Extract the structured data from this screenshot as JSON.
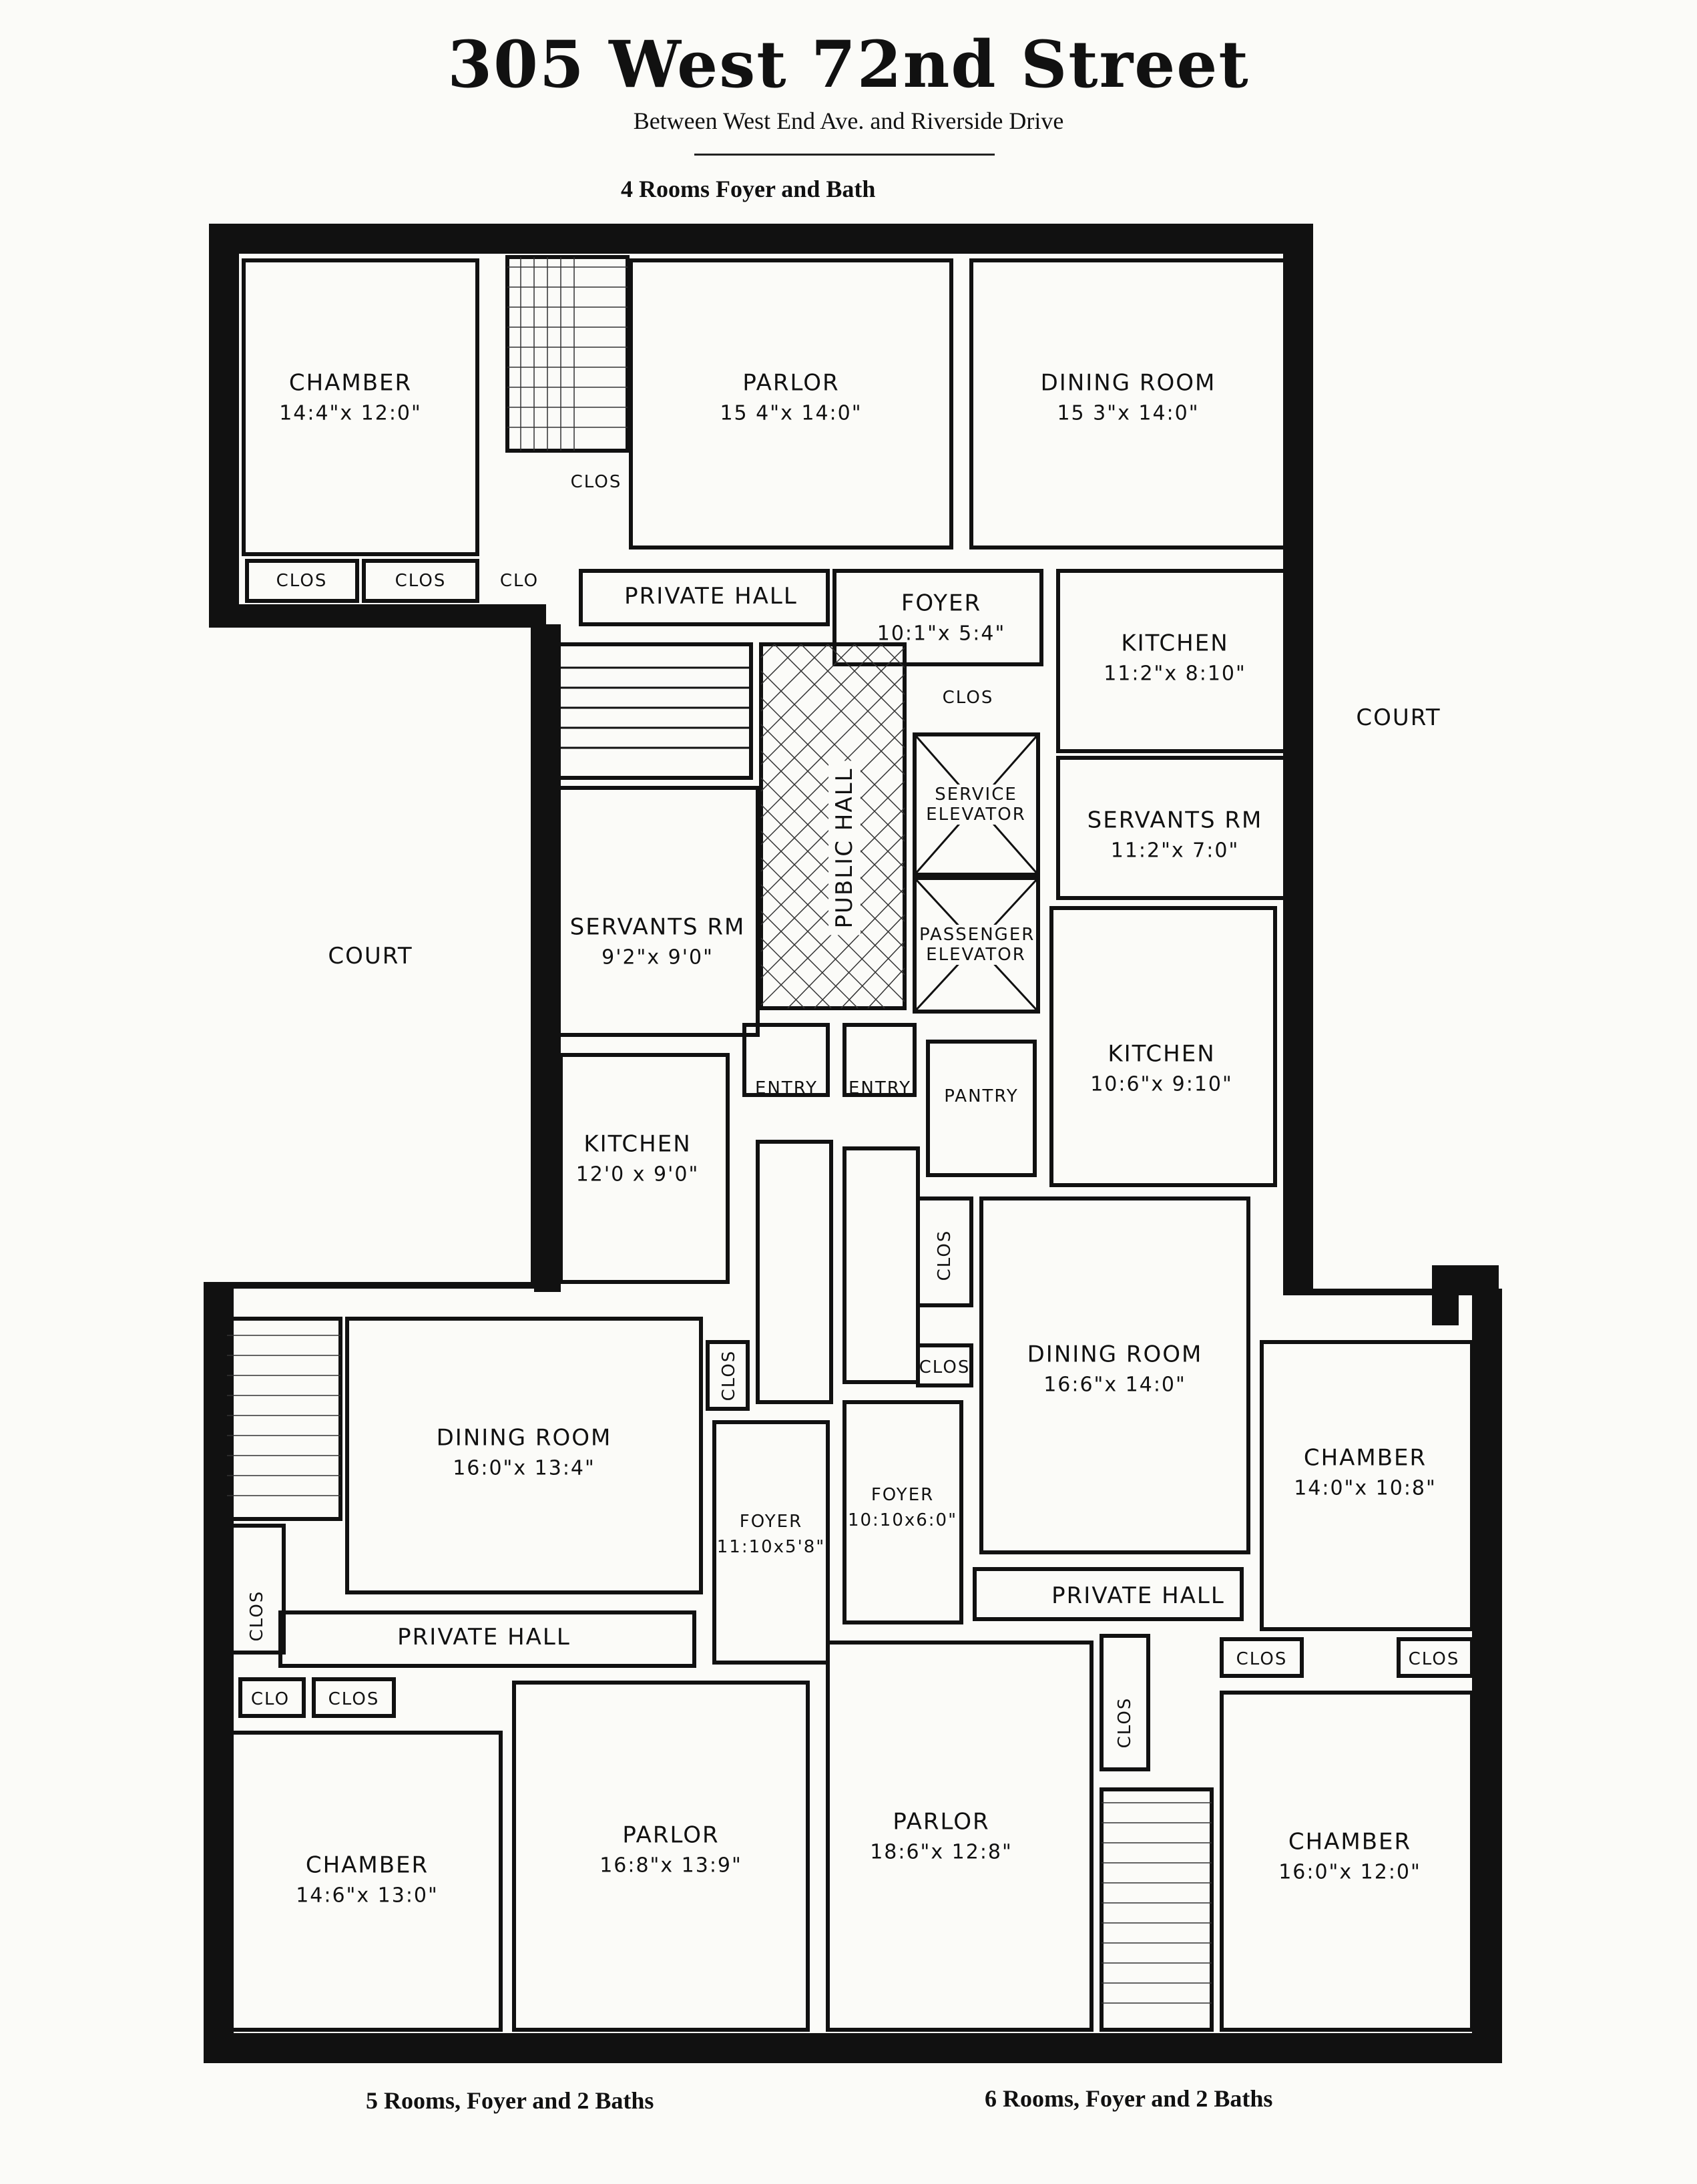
{
  "header": {
    "title": "305 West 72nd Street",
    "subtitle": "Between West End Ave. and Riverside Drive"
  },
  "captions": {
    "top_unit": "4 Rooms Foyer and Bath",
    "bottom_left_unit": "5 Rooms, Foyer and 2 Baths",
    "bottom_right_unit": "6 Rooms, Foyer and 2 Baths"
  },
  "courts": {
    "left": "COURT",
    "right": "COURT"
  },
  "rooms": {
    "top_chamber": {
      "name": "CHAMBER",
      "dim": "14:4\"x 12:0\""
    },
    "top_parlor": {
      "name": "PARLOR",
      "dim": "15 4\"x 14:0\""
    },
    "top_dining": {
      "name": "DINING ROOM",
      "dim": "15 3\"x 14:0\""
    },
    "top_private_hall": {
      "name": "PRIVATE HALL"
    },
    "top_foyer": {
      "name": "FOYER",
      "dim": "10:1\"x 5:4\""
    },
    "top_kitchen": {
      "name": "KITCHEN",
      "dim": "11:2\"x 8:10\""
    },
    "public_hall": {
      "name": "PUBLIC HALL"
    },
    "service_elevator": {
      "name": "SERVICE ELEVATOR"
    },
    "passenger_elevator": {
      "name": "PASSENGER ELEVATOR"
    },
    "servants_left": {
      "name": "SERVANTS RM",
      "dim": "9'2\"x 9'0\""
    },
    "servants_right": {
      "name": "SERVANTS RM",
      "dim": "11:2\"x 7:0\""
    },
    "kitchen_left": {
      "name": "KITCHEN",
      "dim": "12'0 x 9'0\""
    },
    "kitchen_right": {
      "name": "KITCHEN",
      "dim": "10:6\"x 9:10\""
    },
    "entry_left": {
      "name": "ENTRY"
    },
    "entry_right": {
      "name": "ENTRY"
    },
    "pantry": {
      "name": "PANTRY"
    },
    "dining_left": {
      "name": "DINING ROOM",
      "dim": "16:0\"x 13:4\""
    },
    "dining_right": {
      "name": "DINING ROOM",
      "dim": "16:6\"x 14:0\""
    },
    "foyer_left": {
      "name": "FOYER",
      "dim": "11:10x5'8\""
    },
    "foyer_right": {
      "name": "FOYER",
      "dim": "10:10x6:0\""
    },
    "private_hall_left": {
      "name": "PRIVATE HALL"
    },
    "private_hall_right": {
      "name": "PRIVATE HALL"
    },
    "chamber_bl": {
      "name": "CHAMBER",
      "dim": "14:6\"x 13:0\""
    },
    "parlor_bl": {
      "name": "PARLOR",
      "dim": "16:8\"x 13:9\""
    },
    "parlor_br": {
      "name": "PARLOR",
      "dim": "18:6\"x 12:8\""
    },
    "chamber_br": {
      "name": "CHAMBER",
      "dim": "16:0\"x 12:0\""
    },
    "chamber_mr": {
      "name": "CHAMBER",
      "dim": "14:0\"x 10:8\""
    }
  },
  "closet_label": "CLOS",
  "closet_label_short": "CLO"
}
